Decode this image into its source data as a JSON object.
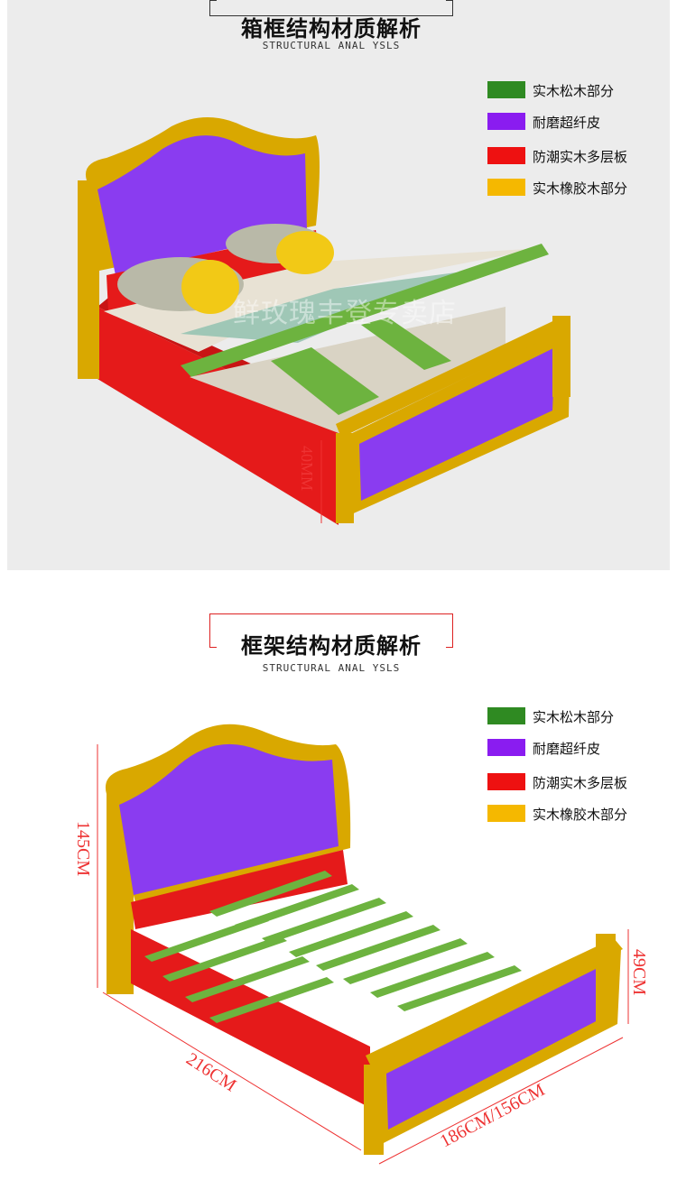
{
  "section1": {
    "title": "箱框结构材质解析",
    "subtitle": "STRUCTURAL ANAL YSLS",
    "watermark": "鲜玫瑰丰登专卖店",
    "dimension": "40MM"
  },
  "section2": {
    "title": "框架结构材质解析",
    "subtitle": "STRUCTURAL ANAL YSLS",
    "dimensions": {
      "height": "145CM",
      "length": "216CM",
      "width": "186CM/156CM",
      "footboard": "49CM"
    }
  },
  "legend": [
    {
      "label": "实木松木部分",
      "color": "#2f8a22"
    },
    {
      "label": "耐磨超纤皮",
      "color": "#8a1cf0"
    },
    {
      "label": "防潮实木多层板",
      "color": "#ee1111"
    },
    {
      "label": "实木橡胶木部分",
      "color": "#f5b800"
    }
  ],
  "colors": {
    "wood": "#d9a800",
    "leather": "#8a3cf0",
    "board": "#e51a1a",
    "slat": "#6db33f"
  }
}
